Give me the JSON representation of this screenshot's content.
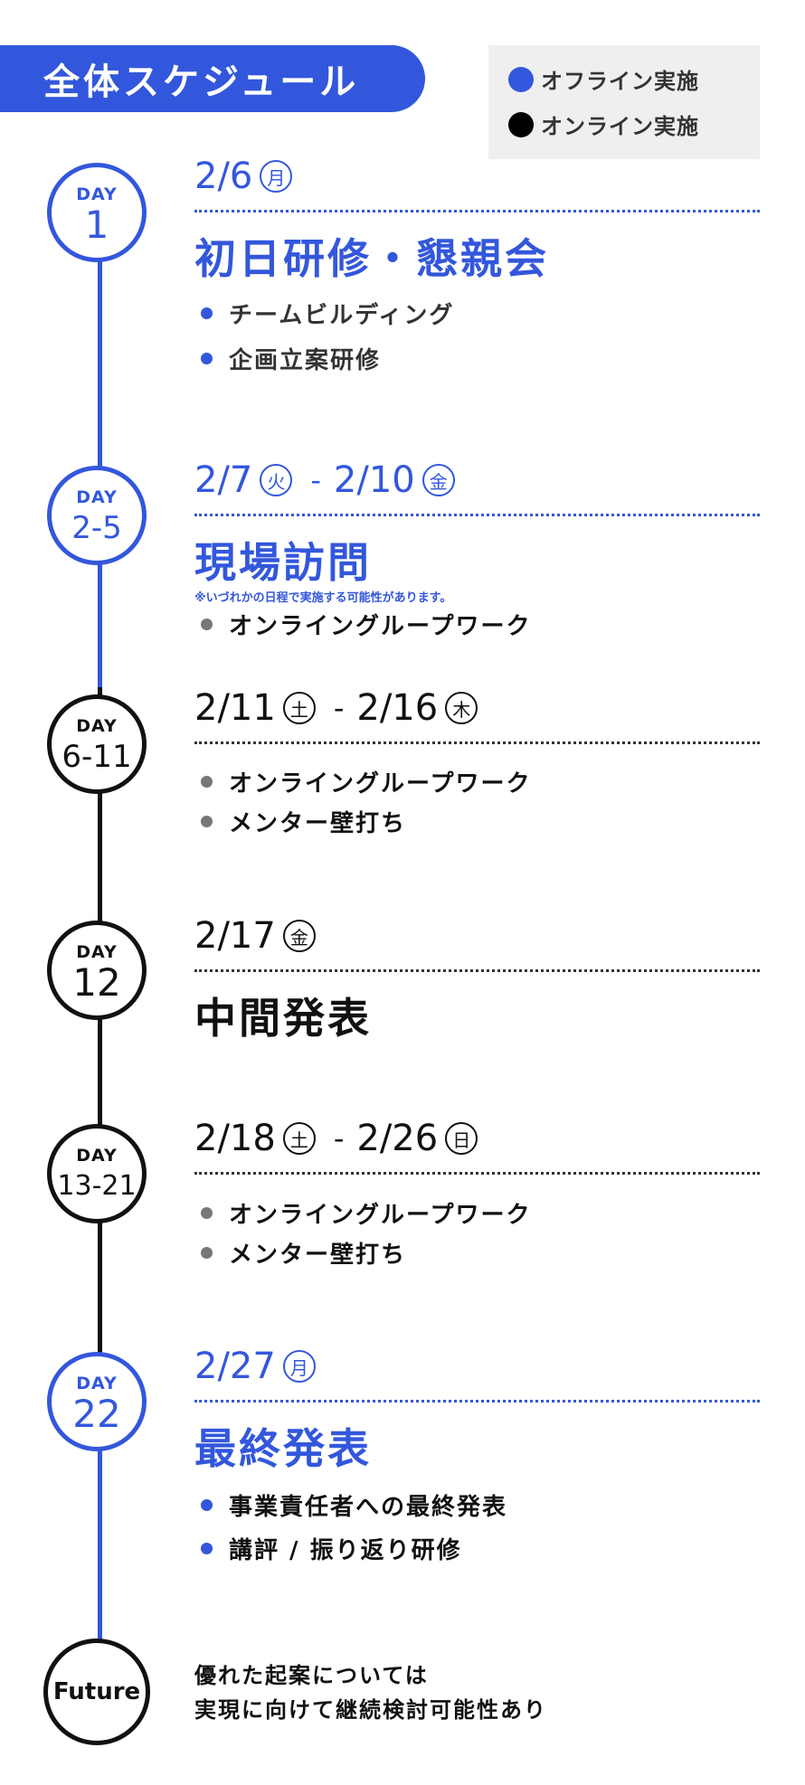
{
  "header": {
    "title": "全体スケジュール"
  },
  "legend": {
    "offline_label": "オフライン実施",
    "online_label": "オンライン実施",
    "offline_color": "#3357dc",
    "online_color": "#000000"
  },
  "timeline": [
    {
      "day_label": "DAY",
      "day_num": "1",
      "date_start": "2/6",
      "dow_start": "月",
      "heading": "初日研修・懇親会",
      "items": [
        "チームビルディング",
        "企画立案研修"
      ]
    },
    {
      "day_label": "DAY",
      "day_num": "2-5",
      "date_start": "2/7",
      "dow_start": "火",
      "date_sep": "-",
      "date_end": "2/10",
      "dow_end": "金",
      "heading": "現場訪問",
      "note": "※いづれかの日程で実施する可能性があります。",
      "items": [
        "オンライングループワーク"
      ]
    },
    {
      "day_label": "DAY",
      "day_num": "6-11",
      "date_start": "2/11",
      "dow_start": "土",
      "date_sep": "-",
      "date_end": "2/16",
      "dow_end": "木",
      "items": [
        "オンライングループワーク",
        "メンター壁打ち"
      ]
    },
    {
      "day_label": "DAY",
      "day_num": "12",
      "date_start": "2/17",
      "dow_start": "金",
      "heading": "中間発表"
    },
    {
      "day_label": "DAY",
      "day_num": "13-21",
      "date_start": "2/18",
      "dow_start": "土",
      "date_sep": "-",
      "date_end": "2/26",
      "dow_end": "日",
      "items": [
        "オンライングループワーク",
        "メンター壁打ち"
      ]
    },
    {
      "day_label": "DAY",
      "day_num": "22",
      "date_start": "2/27",
      "dow_start": "月",
      "heading": "最終発表",
      "items": [
        "事業責任者への最終発表",
        "講評 / 振り返り研修"
      ]
    }
  ],
  "future": {
    "label": "Future",
    "line1": "優れた起案については",
    "line2": "実現に向けて継続検討可能性あり"
  }
}
